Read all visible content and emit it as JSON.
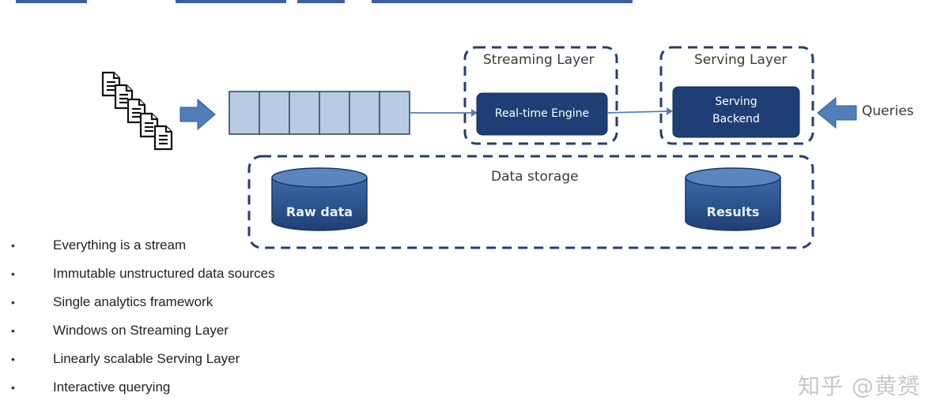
{
  "diagram": {
    "streaming_layer_label": "Streaming Layer",
    "serving_layer_label": "Serving Layer",
    "engine_label": "Real-time Engine",
    "backend_line1": "Serving",
    "backend_line2": "Backend",
    "queries_label": "Queries",
    "data_storage_label": "Data storage",
    "raw_data_label": "Raw data",
    "results_label": "Results",
    "colors": {
      "dark_box": "#1e3f75",
      "queue_fill": "#b8cbe3",
      "arrow_fill": "#4f7fb8",
      "dashed_border": "#2a3f66"
    },
    "icons": [
      "document-stack-icon",
      "queue-icon",
      "database-icon"
    ]
  },
  "bullets": [
    "Everything is a stream",
    "Immutable unstructured data sources",
    "Single analytics framework",
    "Windows on Streaming Layer",
    "Linearly scalable Serving Layer",
    "Interactive querying"
  ],
  "watermark": "知乎 @黄赟"
}
